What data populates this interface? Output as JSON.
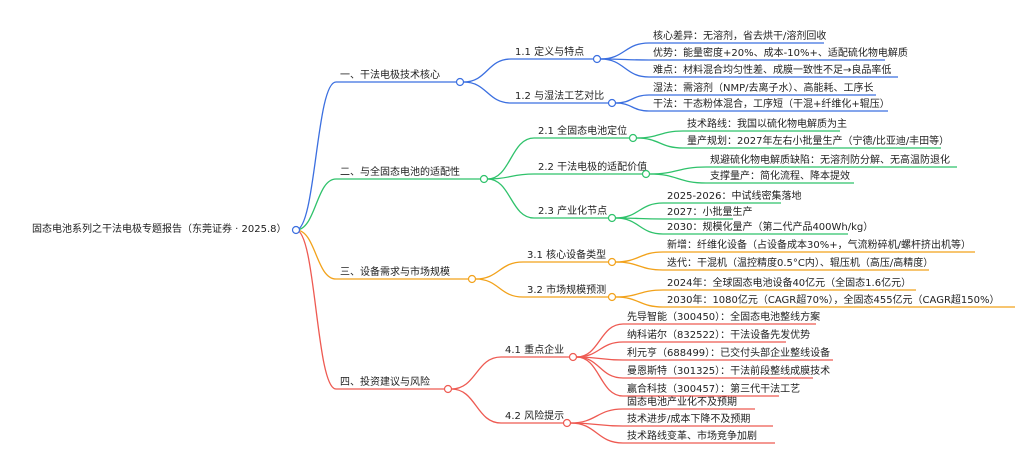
{
  "root": "固态电池系列之干法电极专题报告（东莞证券 · 2025.8）",
  "colors": {
    "blue": "#3b6fe0",
    "green": "#2fc26b",
    "orange": "#f2a21b",
    "red": "#ee5a52"
  },
  "branches": [
    {
      "label": "一、干法电极技术核心",
      "color": "blue",
      "children": [
        {
          "label": "1.1 定义与特点",
          "leaves": [
            "核心差异：无溶剂，省去烘干/溶剂回收",
            "优势：能量密度+20%、成本-10%+、适配硫化物电解质",
            "难点：材料混合均匀性差、成膜一致性不足→良品率低"
          ]
        },
        {
          "label": "1.2 与湿法工艺对比",
          "leaves": [
            "湿法：需溶剂（NMP/去离子水）、高能耗、工序长",
            "干法：干态粉体混合，工序短（干混+纤维化+辊压）"
          ]
        }
      ]
    },
    {
      "label": "二、与全固态电池的适配性",
      "color": "green",
      "children": [
        {
          "label": "2.1 全固态电池定位",
          "leaves": [
            "技术路线：我国以硫化物电解质为主",
            "量产规划：2027年左右小批量生产（宁德/比亚迪/丰田等）"
          ]
        },
        {
          "label": "2.2 干法电极的适配价值",
          "leaves": [
            "规避硫化物电解质缺陷：无溶剂防分解、无高温防退化",
            "支撑量产：简化流程、降本提效"
          ]
        },
        {
          "label": "2.3 产业化节点",
          "leaves": [
            "2025-2026：中试线密集落地",
            "2027：小批量生产",
            "2030：规模化量产（第二代产品400Wh/kg）"
          ]
        }
      ]
    },
    {
      "label": "三、设备需求与市场规模",
      "color": "orange",
      "children": [
        {
          "label": "3.1 核心设备类型",
          "leaves": [
            "新增：纤维化设备（占设备成本30%+，气流粉碎机/螺杆挤出机等）",
            "迭代：干混机（温控精度0.5°C内）、辊压机（高压/高精度）"
          ]
        },
        {
          "label": "3.2 市场规模预测",
          "leaves": [
            "2024年：全球固态电池设备40亿元（全固态1.6亿元）",
            "2030年：1080亿元（CAGR超70%），全固态455亿元（CAGR超150%）"
          ]
        }
      ]
    },
    {
      "label": "四、投资建议与风险",
      "color": "red",
      "children": [
        {
          "label": "4.1 重点企业",
          "leaves": [
            "先导智能（300450）：全固态电池整线方案",
            "纳科诺尔（832522）：干法设备先发优势",
            "利元亨（688499）：已交付头部企业整线设备",
            "曼恩斯特（301325）：干法前段整线成膜技术",
            "赢合科技（300457）：第三代干法工艺"
          ]
        },
        {
          "label": "4.2 风险提示",
          "leaves": [
            "固态电池产业化不及预期",
            "技术进步/成本下降不及预期",
            "技术路线变革、市场竞争加剧"
          ]
        }
      ]
    }
  ]
}
